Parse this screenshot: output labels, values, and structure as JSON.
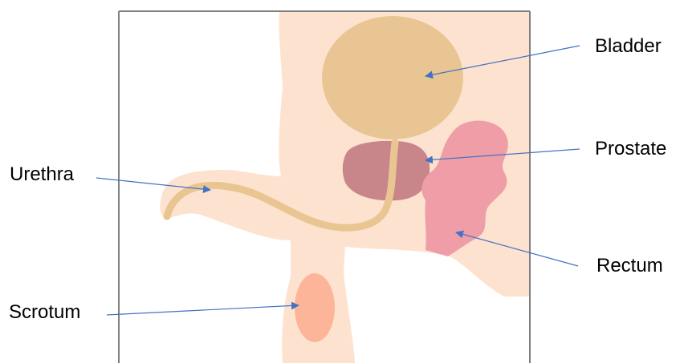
{
  "diagram": {
    "labels": {
      "bladder": "Bladder",
      "prostate": "Prostate",
      "urethra": "Urethra",
      "rectum": "Rectum",
      "scrotum": "Scrotum"
    }
  },
  "colors": {
    "skin": "#fde3cf",
    "bladder": "#e8c592",
    "prostate": "#c9868a",
    "rectum": "#ef9ea8",
    "urethra": "#e9c591",
    "testis": "#fdb59a",
    "frame": "#7f7f7f",
    "arrow": "#4472c4"
  }
}
